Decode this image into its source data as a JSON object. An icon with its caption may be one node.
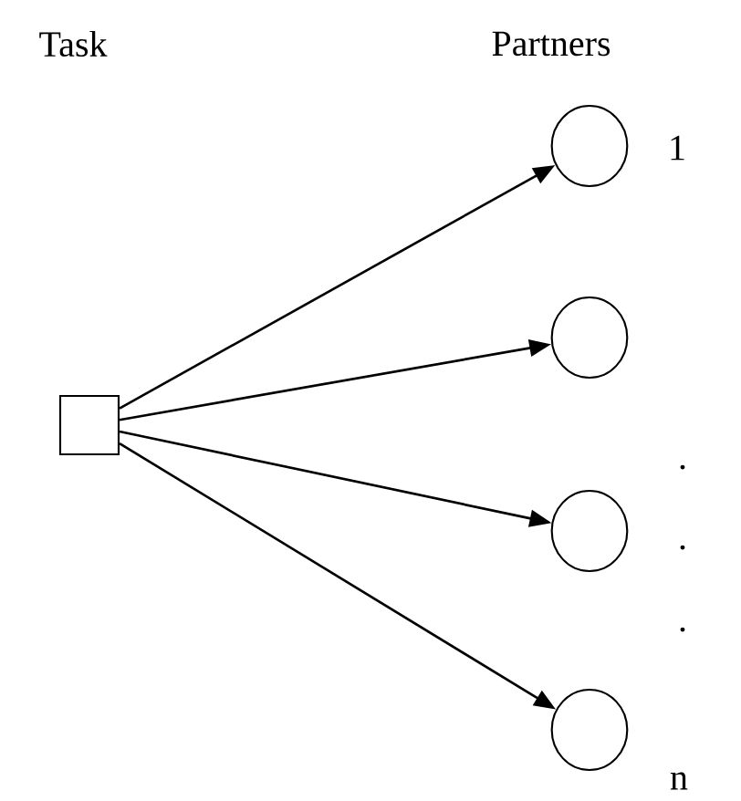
{
  "diagram": {
    "nodes": [
      {
        "text": [],
        "shape": "box"
      },
      {
        "text": [],
        "shape": "circle"
      },
      {
        "text": [],
        "shape": "circle"
      },
      {
        "text": [],
        "shape": "circle"
      },
      {
        "text": [],
        "shape": "circle"
      }
    ],
    "edges": [
      {
        "from": 0,
        "to": 1,
        "arrow": "to"
      },
      {
        "from": 0,
        "to": 2,
        "arrow": "to"
      },
      {
        "from": 0,
        "to": 3,
        "arrow": "to"
      },
      {
        "from": 0,
        "to": 4,
        "arrow": "to"
      }
    ],
    "labels": [
      "Task",
      "Partners",
      "1",
      ".",
      ".",
      ".",
      "n"
    ]
  }
}
